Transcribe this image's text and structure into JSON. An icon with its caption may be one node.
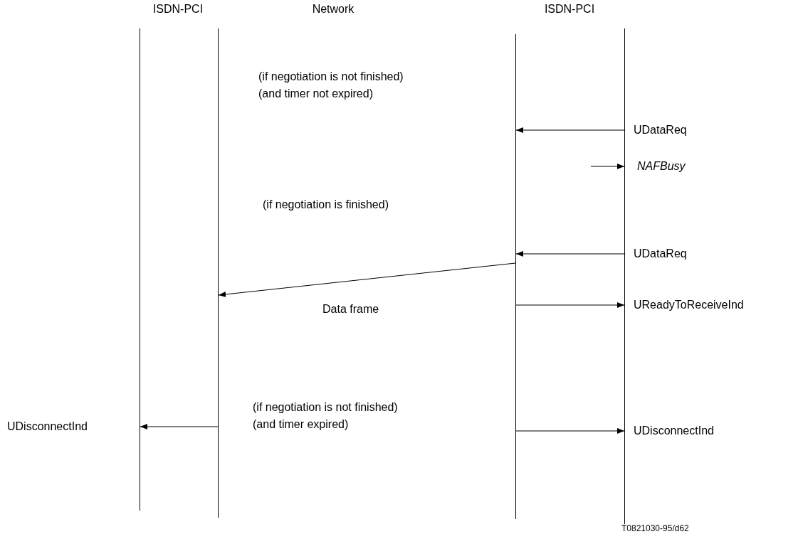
{
  "diagram": {
    "nodes": [
      {
        "text": [],
        "shape": "bar"
      },
      {
        "text": [],
        "shape": "bar"
      },
      {
        "text": [],
        "shape": "bar"
      },
      {
        "text": [],
        "shape": "bar"
      }
    ],
    "edges": [
      {
        "from": 3,
        "to": 2,
        "arrow": "to",
        "label": "UDataReq"
      },
      {
        "from": null,
        "to": 3,
        "arrow": "to",
        "label": "NAFBusy"
      },
      {
        "from": 3,
        "to": 2,
        "arrow": "to",
        "label": "UDataReq"
      },
      {
        "from": 2,
        "to": 1,
        "arrow": "to",
        "label": "Data frame"
      },
      {
        "from": 2,
        "to": 3,
        "arrow": "to",
        "label": "UReadyToReceiveInd"
      },
      {
        "from": 1,
        "to": 0,
        "arrow": "to",
        "label": "UDisconnectInd"
      },
      {
        "from": 2,
        "to": 3,
        "arrow": "to",
        "label": "UDisconnectInd"
      }
    ],
    "labels": [
      "ISDN-PCI",
      "Network",
      "ISDN-PCI",
      "(if negotiation is not finished)",
      "(and timer not expired)",
      "(if negotiation is finished)",
      "(if negotiation is not finished)",
      "(and timer expired)",
      "T0821030-95/d62"
    ]
  }
}
